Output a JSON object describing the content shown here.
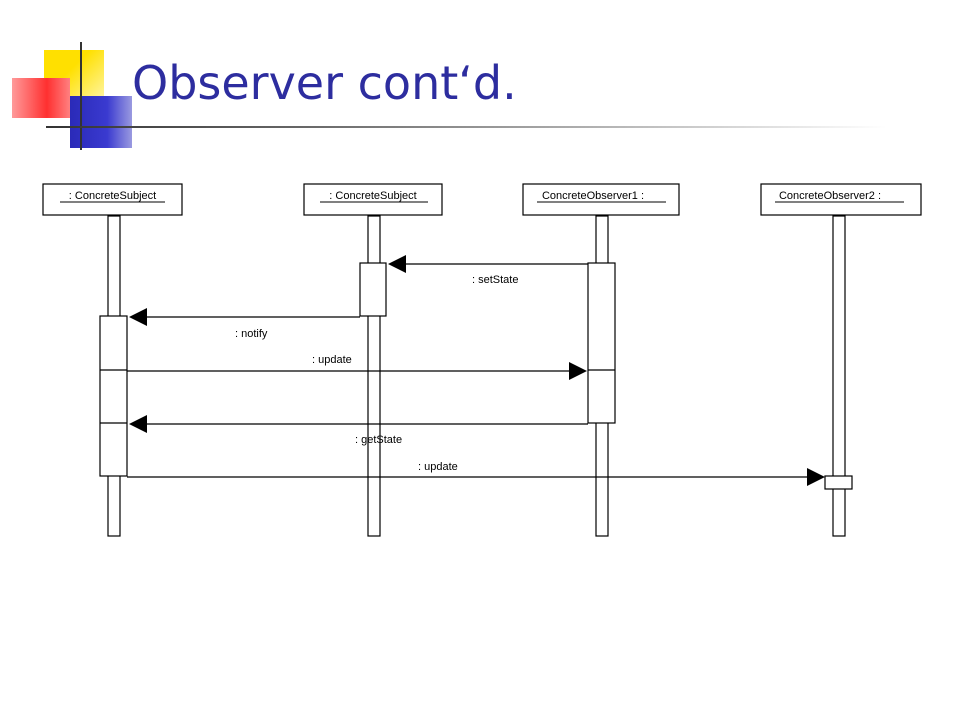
{
  "slide": {
    "title": "Observer cont‘d."
  },
  "diagram": {
    "type": "uml-sequence",
    "lifelines": [
      {
        "id": "subject-a",
        "label": ": ConcreteSubject"
      },
      {
        "id": "subject-b",
        "label": ": ConcreteSubject"
      },
      {
        "id": "observer-1",
        "label": "ConcreteObserver1 :"
      },
      {
        "id": "observer-2",
        "label": "ConcreteObserver2 :"
      }
    ],
    "messages": [
      {
        "label": ": setState",
        "from": "observer-1",
        "to": "subject-b"
      },
      {
        "label": ": notify",
        "from": "subject-b",
        "to": "subject-a"
      },
      {
        "label": ": update",
        "from": "subject-a",
        "to": "observer-1"
      },
      {
        "label": ": getState",
        "from": "observer-1",
        "to": "subject-a"
      },
      {
        "label": ": update",
        "from": "subject-a",
        "to": "observer-2"
      }
    ]
  }
}
